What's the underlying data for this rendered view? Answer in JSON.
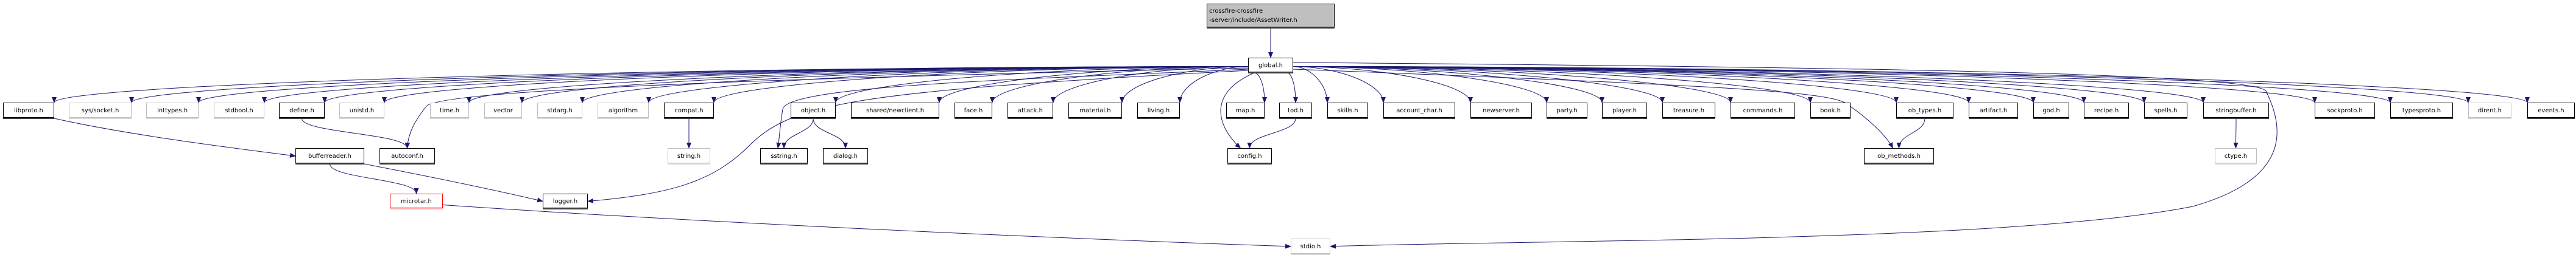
{
  "graph": {
    "edge_color": "#191970",
    "root_fill": "#bfbfbf",
    "nodes": [
      {
        "id": "root",
        "label_lines": [
          "crossfire-crossfire",
          "-server/include/AssetWriter.h"
        ],
        "kind": "root"
      },
      {
        "id": "global",
        "label": "global.h",
        "kind": "normal"
      },
      {
        "id": "libproto",
        "label": "libproto.h",
        "kind": "normal"
      },
      {
        "id": "syssocket",
        "label": "sys/socket.h",
        "kind": "external"
      },
      {
        "id": "inttypes",
        "label": "inttypes.h",
        "kind": "external"
      },
      {
        "id": "stdbool",
        "label": "stdbool.h",
        "kind": "external"
      },
      {
        "id": "define",
        "label": "define.h",
        "kind": "normal"
      },
      {
        "id": "unistd",
        "label": "unistd.h",
        "kind": "external"
      },
      {
        "id": "time",
        "label": "time.h",
        "kind": "external"
      },
      {
        "id": "vector",
        "label": "vector",
        "kind": "external"
      },
      {
        "id": "stdarg",
        "label": "stdarg.h",
        "kind": "external"
      },
      {
        "id": "algorithm",
        "label": "algorithm",
        "kind": "external"
      },
      {
        "id": "compat",
        "label": "compat.h",
        "kind": "normal"
      },
      {
        "id": "object",
        "label": "object.h",
        "kind": "normal"
      },
      {
        "id": "newclient",
        "label": "shared/newclient.h",
        "kind": "normal"
      },
      {
        "id": "face",
        "label": "face.h",
        "kind": "normal"
      },
      {
        "id": "attack",
        "label": "attack.h",
        "kind": "normal"
      },
      {
        "id": "material",
        "label": "material.h",
        "kind": "normal"
      },
      {
        "id": "living",
        "label": "living.h",
        "kind": "normal"
      },
      {
        "id": "map",
        "label": "map.h",
        "kind": "normal"
      },
      {
        "id": "tod",
        "label": "tod.h",
        "kind": "normal"
      },
      {
        "id": "skills",
        "label": "skills.h",
        "kind": "normal"
      },
      {
        "id": "account_char",
        "label": "account_char.h",
        "kind": "normal"
      },
      {
        "id": "newserver",
        "label": "newserver.h",
        "kind": "normal"
      },
      {
        "id": "party",
        "label": "party.h",
        "kind": "normal"
      },
      {
        "id": "player",
        "label": "player.h",
        "kind": "normal"
      },
      {
        "id": "treasure",
        "label": "treasure.h",
        "kind": "normal"
      },
      {
        "id": "commands",
        "label": "commands.h",
        "kind": "normal"
      },
      {
        "id": "book",
        "label": "book.h",
        "kind": "normal"
      },
      {
        "id": "ob_types",
        "label": "ob_types.h",
        "kind": "normal"
      },
      {
        "id": "artifact",
        "label": "artifact.h",
        "kind": "normal"
      },
      {
        "id": "god",
        "label": "god.h",
        "kind": "normal"
      },
      {
        "id": "recipe",
        "label": "recipe.h",
        "kind": "normal"
      },
      {
        "id": "spells",
        "label": "spells.h",
        "kind": "normal"
      },
      {
        "id": "stringbuffer",
        "label": "stringbuffer.h",
        "kind": "normal"
      },
      {
        "id": "sockproto",
        "label": "sockproto.h",
        "kind": "normal"
      },
      {
        "id": "typesproto",
        "label": "typesproto.h",
        "kind": "normal"
      },
      {
        "id": "dirent",
        "label": "dirent.h",
        "kind": "external"
      },
      {
        "id": "events",
        "label": "events.h",
        "kind": "normal"
      },
      {
        "id": "bufferreader",
        "label": "bufferreader.h",
        "kind": "normal"
      },
      {
        "id": "autoconf",
        "label": "autoconf.h",
        "kind": "normal"
      },
      {
        "id": "string",
        "label": "string.h",
        "kind": "external"
      },
      {
        "id": "sstring",
        "label": "sstring.h",
        "kind": "normal"
      },
      {
        "id": "dialog",
        "label": "dialog.h",
        "kind": "normal"
      },
      {
        "id": "config",
        "label": "config.h",
        "kind": "normal"
      },
      {
        "id": "ob_methods",
        "label": "ob_methods.h",
        "kind": "normal"
      },
      {
        "id": "ctype",
        "label": "ctype.h",
        "kind": "external"
      },
      {
        "id": "microtar",
        "label": "microtar.h",
        "kind": "missing"
      },
      {
        "id": "logger",
        "label": "logger.h",
        "kind": "normal"
      },
      {
        "id": "stdio",
        "label": "stdio.h",
        "kind": "external"
      }
    ],
    "edges": [
      [
        "root",
        "global"
      ],
      [
        "global",
        "libproto"
      ],
      [
        "global",
        "syssocket"
      ],
      [
        "global",
        "inttypes"
      ],
      [
        "global",
        "stdbool"
      ],
      [
        "global",
        "define"
      ],
      [
        "global",
        "unistd"
      ],
      [
        "global",
        "time"
      ],
      [
        "global",
        "vector"
      ],
      [
        "global",
        "stdarg"
      ],
      [
        "global",
        "algorithm"
      ],
      [
        "global",
        "compat"
      ],
      [
        "global",
        "object"
      ],
      [
        "global",
        "newclient"
      ],
      [
        "global",
        "face"
      ],
      [
        "global",
        "attack"
      ],
      [
        "global",
        "material"
      ],
      [
        "global",
        "living"
      ],
      [
        "global",
        "map"
      ],
      [
        "global",
        "tod"
      ],
      [
        "global",
        "skills"
      ],
      [
        "global",
        "account_char"
      ],
      [
        "global",
        "newserver"
      ],
      [
        "global",
        "party"
      ],
      [
        "global",
        "player"
      ],
      [
        "global",
        "treasure"
      ],
      [
        "global",
        "commands"
      ],
      [
        "global",
        "book"
      ],
      [
        "global",
        "ob_types"
      ],
      [
        "global",
        "artifact"
      ],
      [
        "global",
        "god"
      ],
      [
        "global",
        "recipe"
      ],
      [
        "global",
        "spells"
      ],
      [
        "global",
        "stringbuffer"
      ],
      [
        "global",
        "sockproto"
      ],
      [
        "global",
        "typesproto"
      ],
      [
        "global",
        "dirent"
      ],
      [
        "global",
        "events"
      ],
      [
        "global",
        "autoconf"
      ],
      [
        "global",
        "sstring"
      ],
      [
        "global",
        "logger"
      ],
      [
        "global",
        "config"
      ],
      [
        "global",
        "ob_methods"
      ],
      [
        "global",
        "stdio"
      ],
      [
        "libproto",
        "bufferreader"
      ],
      [
        "define",
        "autoconf"
      ],
      [
        "compat",
        "string"
      ],
      [
        "object",
        "sstring"
      ],
      [
        "object",
        "dialog"
      ],
      [
        "tod",
        "config"
      ],
      [
        "ob_types",
        "ob_methods"
      ],
      [
        "stringbuffer",
        "ctype"
      ],
      [
        "bufferreader",
        "microtar"
      ],
      [
        "bufferreader",
        "logger"
      ],
      [
        "microtar",
        "stdio"
      ]
    ]
  }
}
